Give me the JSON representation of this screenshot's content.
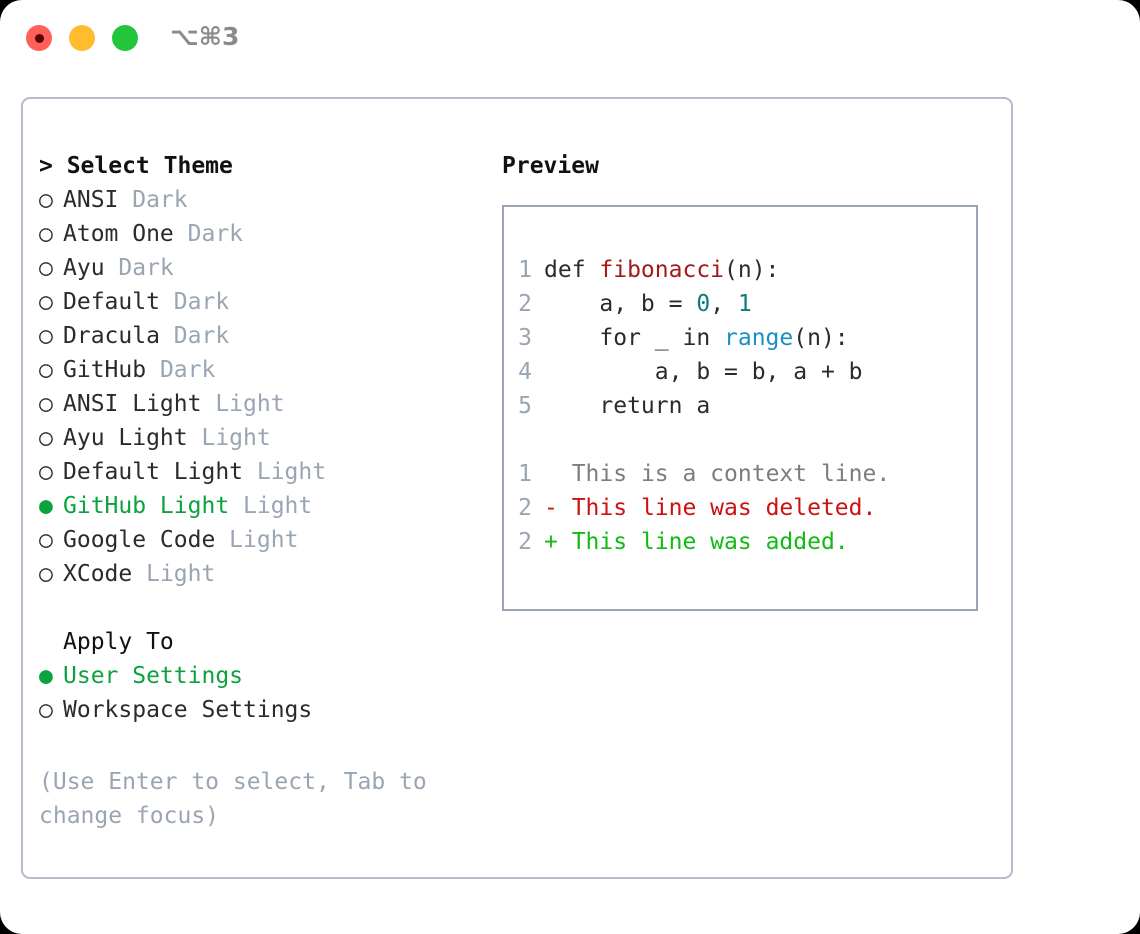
{
  "titlebar": {
    "shortcut": "⌥⌘3",
    "dots": [
      {
        "name": "close-button",
        "color": "#ff6058"
      },
      {
        "name": "minimize-button",
        "color": "#ffbd2e"
      },
      {
        "name": "maximize-button",
        "color": "#23c63b"
      }
    ]
  },
  "theme_list": {
    "heading": "> Select Theme",
    "selected_bullet": "●",
    "unselected_bullet": "○",
    "items": [
      {
        "bullet": "○",
        "name": "ANSI",
        "variant": "Dark",
        "selected": false
      },
      {
        "bullet": "○",
        "name": "Atom One",
        "variant": "Dark",
        "selected": false
      },
      {
        "bullet": "○",
        "name": "Ayu",
        "variant": "Dark",
        "selected": false
      },
      {
        "bullet": "○",
        "name": "Default",
        "variant": "Dark",
        "selected": false
      },
      {
        "bullet": "○",
        "name": "Dracula",
        "variant": "Dark",
        "selected": false
      },
      {
        "bullet": "○",
        "name": "GitHub",
        "variant": "Dark",
        "selected": false
      },
      {
        "bullet": "○",
        "name": "ANSI Light",
        "variant": "Light",
        "selected": false
      },
      {
        "bullet": "○",
        "name": "Ayu Light",
        "variant": "Light",
        "selected": false
      },
      {
        "bullet": "○",
        "name": "Default Light",
        "variant": "Light",
        "selected": false
      },
      {
        "bullet": "●",
        "name": "GitHub Light",
        "variant": "Light",
        "selected": true
      },
      {
        "bullet": "○",
        "name": "Google Code",
        "variant": "Light",
        "selected": false
      },
      {
        "bullet": "○",
        "name": "XCode",
        "variant": "Light",
        "selected": false
      }
    ]
  },
  "apply_to": {
    "heading": "Apply To",
    "items": [
      {
        "bullet": "●",
        "name": "User Settings",
        "selected": true
      },
      {
        "bullet": "○",
        "name": "Workspace Settings",
        "selected": false
      }
    ]
  },
  "hint": "(Use Enter to select, Tab to change focus)",
  "preview": {
    "heading": "Preview",
    "code_lines": [
      {
        "ln": "1",
        "tokens": [
          {
            "text": "def ",
            "type": "plain"
          },
          {
            "text": "fibonacci",
            "type": "func"
          },
          {
            "text": "(n):",
            "type": "plain"
          }
        ]
      },
      {
        "ln": "2",
        "tokens": [
          {
            "text": "    a, b = ",
            "type": "plain"
          },
          {
            "text": "0",
            "type": "num"
          },
          {
            "text": ", ",
            "type": "plain"
          },
          {
            "text": "1",
            "type": "num"
          }
        ]
      },
      {
        "ln": "3",
        "tokens": [
          {
            "text": "    for _ in ",
            "type": "plain"
          },
          {
            "text": "range",
            "type": "builtin"
          },
          {
            "text": "(n):",
            "type": "plain"
          }
        ]
      },
      {
        "ln": "4",
        "tokens": [
          {
            "text": "        a, b = b, a + b",
            "type": "plain"
          }
        ]
      },
      {
        "ln": "5",
        "tokens": [
          {
            "text": "    return a",
            "type": "plain"
          }
        ]
      }
    ],
    "diff_lines": [
      {
        "ln": "1",
        "marker": " ",
        "text": "This is a context line.",
        "kind": "context"
      },
      {
        "ln": "2",
        "marker": "-",
        "text": "This line was deleted.",
        "kind": "deleted"
      },
      {
        "ln": "2",
        "marker": "+",
        "text": "This line was added.",
        "kind": "added"
      }
    ]
  },
  "colors": {
    "accent_green": "#0ca33f",
    "diff_add": "#11bb11",
    "diff_del": "#cc1111",
    "muted": "#9aa5b4",
    "function": "#a31a1a",
    "number": "#0f7a7a",
    "builtin": "#1a8fc4",
    "border": "#b3bcc8"
  }
}
